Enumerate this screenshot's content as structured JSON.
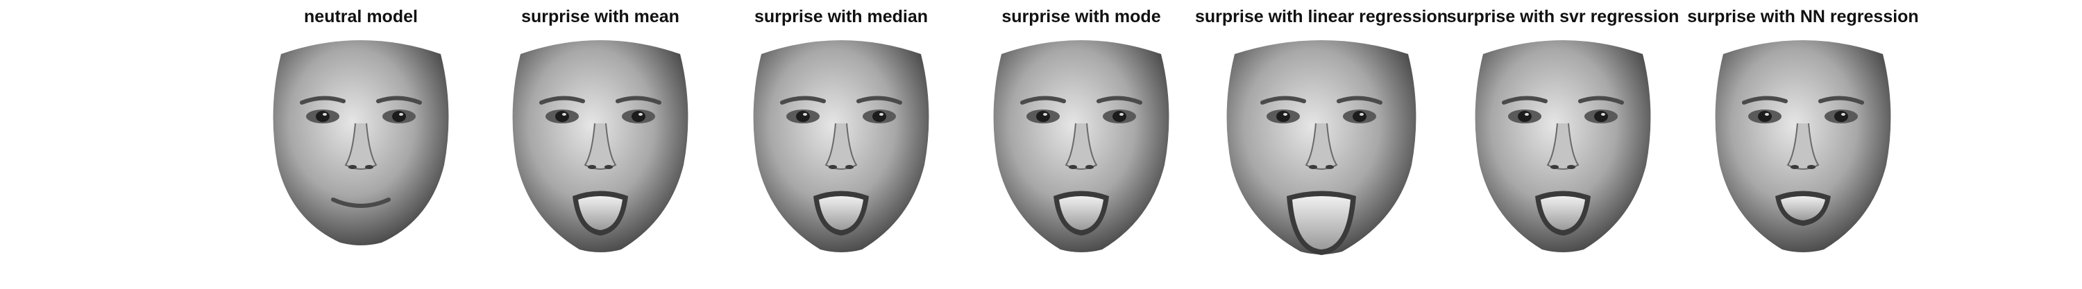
{
  "figure": {
    "panels": [
      {
        "title": "neutral model",
        "expression": "neutral"
      },
      {
        "title": "surprise with mean",
        "expression": "surprise"
      },
      {
        "title": "surprise with median",
        "expression": "surprise"
      },
      {
        "title": "surprise with mode",
        "expression": "surprise"
      },
      {
        "title": "surprise with linear regression",
        "expression": "surprise-strong"
      },
      {
        "title": "surprise with svr regression",
        "expression": "surprise"
      },
      {
        "title": "surprise with NN regression",
        "expression": "surprise-mild"
      }
    ]
  },
  "colors": {
    "background": "#ffffff",
    "title": "#111111",
    "skin_light": "#d9d9d9",
    "skin_dark": "#3a3a3a"
  }
}
